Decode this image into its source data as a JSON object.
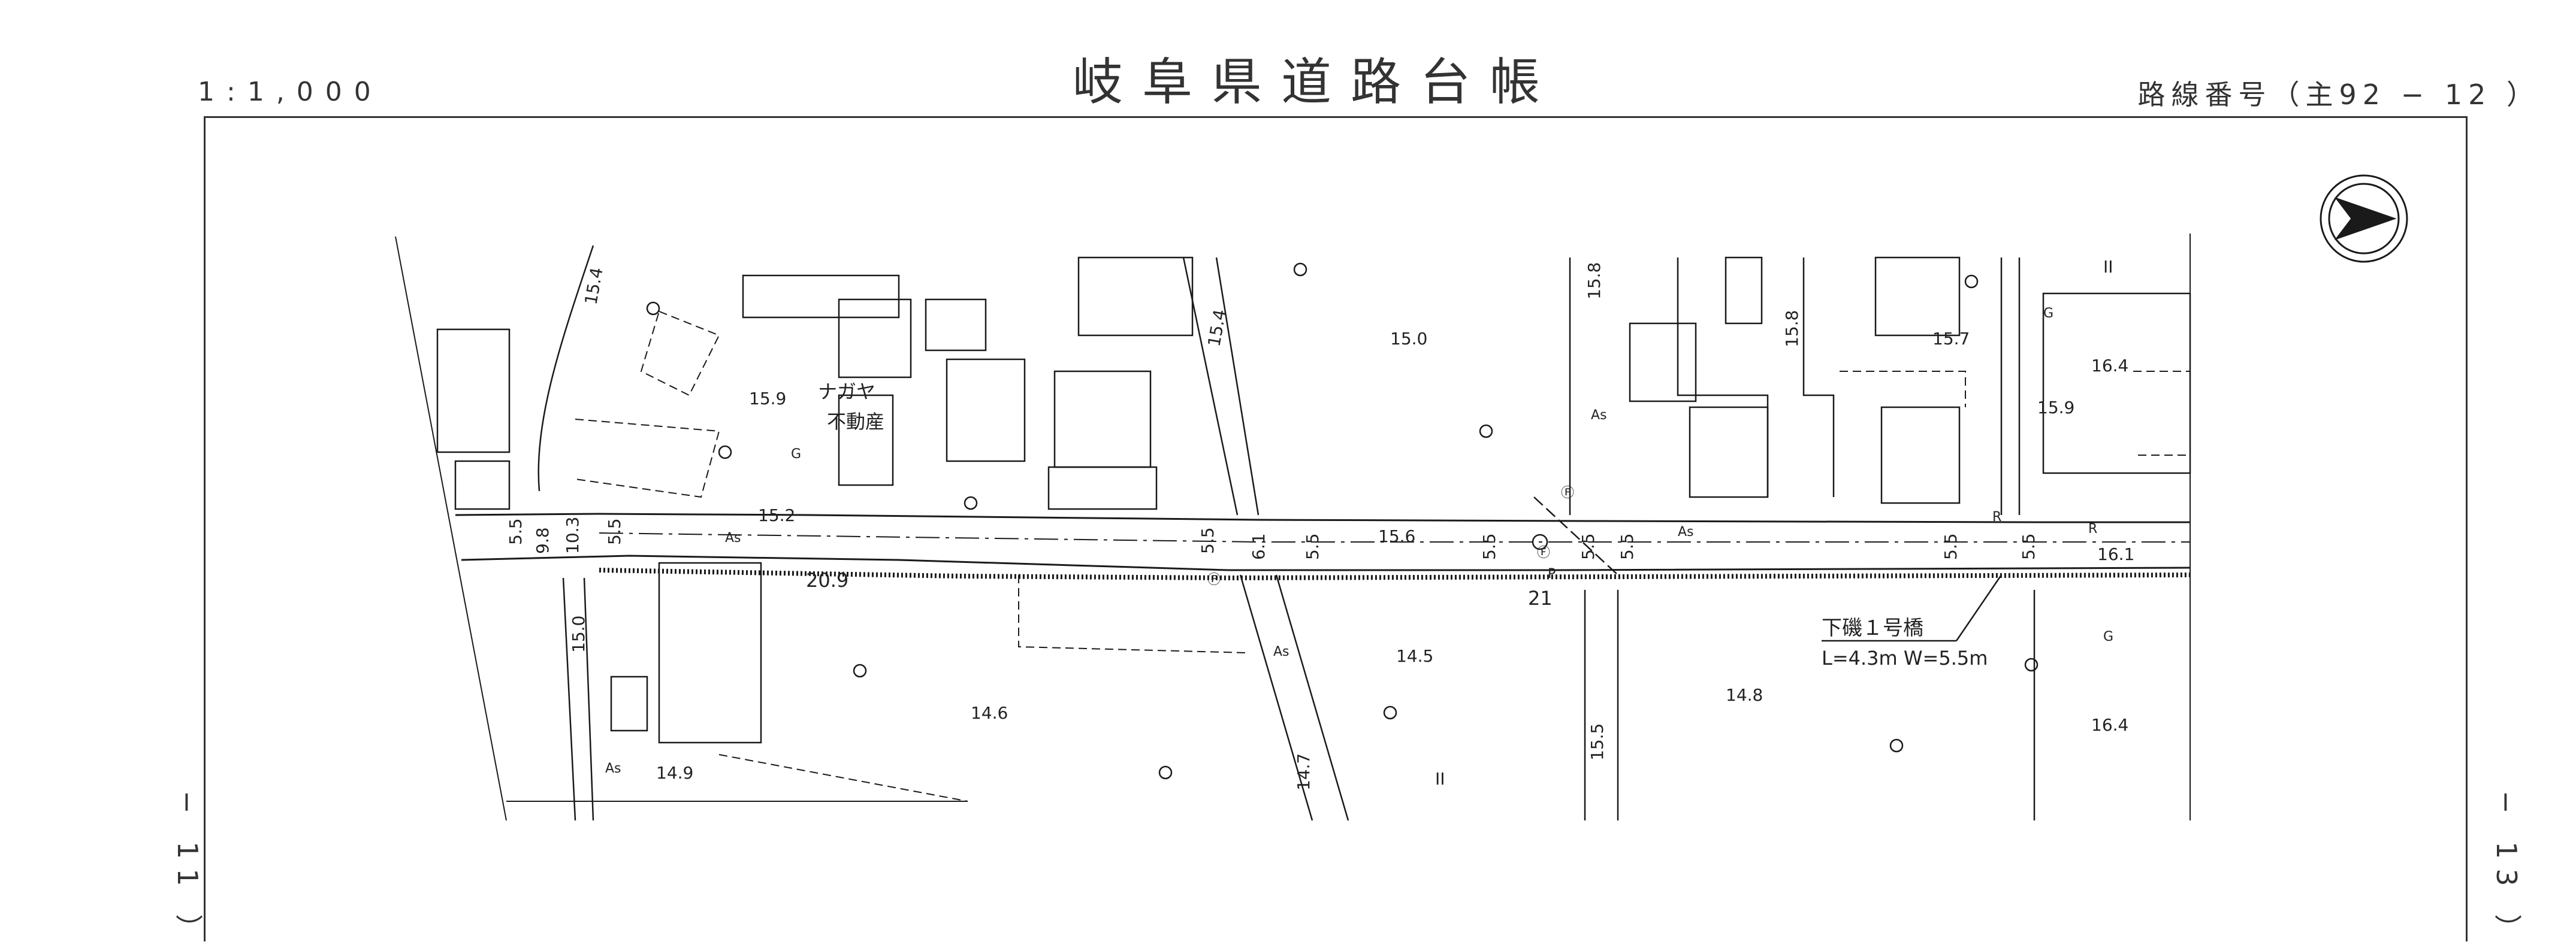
{
  "header": {
    "title": "岐阜県道路台帳",
    "scale": "1:1,000",
    "route_label": "路線番号（主92 − 12 ）"
  },
  "side_labels": {
    "left": "− 11 ）",
    "right": "− 13 ）"
  },
  "map": {
    "road_surface": "As",
    "elevations": [
      "15.4",
      "15.0",
      "15.9",
      "15.2",
      "20.9",
      "15.4",
      "15.6",
      "15.8",
      "15.8",
      "15.7",
      "16.4",
      "15.9",
      "16.1",
      "14.6",
      "14.9",
      "14.5",
      "14.7",
      "15.5",
      "14.8",
      "16.4",
      "15.0",
      "21"
    ],
    "widths": [
      "5.5",
      "9.8",
      "10.3",
      "5.5",
      "5.5",
      "6.1",
      "5.5",
      "5.5",
      "5.5",
      "5.5",
      "5.5",
      "5.5"
    ],
    "place_name_line1": "ナガヤ",
    "place_name_line2": "不動産",
    "bridge": {
      "name": "下磯１号橋",
      "spec": "L=4.3m  W=5.5m"
    },
    "misc_marks": [
      "G",
      "G",
      "G",
      "R",
      "R",
      "P",
      "Ⓕ",
      "Ⓕ",
      "Ⓕ",
      "II",
      "II"
    ]
  },
  "colors": {
    "line": "#1a1a1a",
    "paper": "#ffffff"
  }
}
